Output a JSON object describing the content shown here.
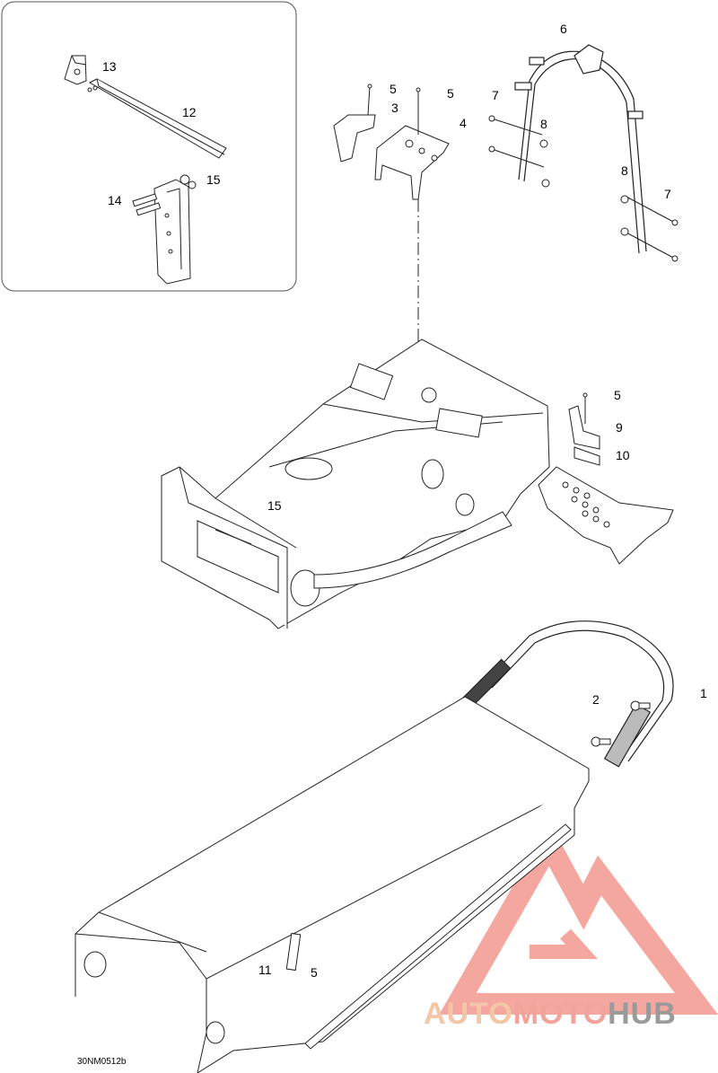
{
  "diagram": {
    "callouts": [
      "1",
      "2",
      "3",
      "4",
      "5",
      "5",
      "5",
      "5",
      "6",
      "7",
      "7",
      "8",
      "8",
      "9",
      "10",
      "11",
      "12",
      "13",
      "14",
      "15",
      "15"
    ],
    "drawing_code": "30NM0512b"
  },
  "watermark": {
    "part1": "AUTO",
    "part2": "MOTO",
    "part3": "HUB",
    "colors": {
      "auto": "#f4c6a8",
      "moto": "#f2a39a",
      "hub": "#9a9a9a",
      "logo": "#f08a80"
    }
  }
}
